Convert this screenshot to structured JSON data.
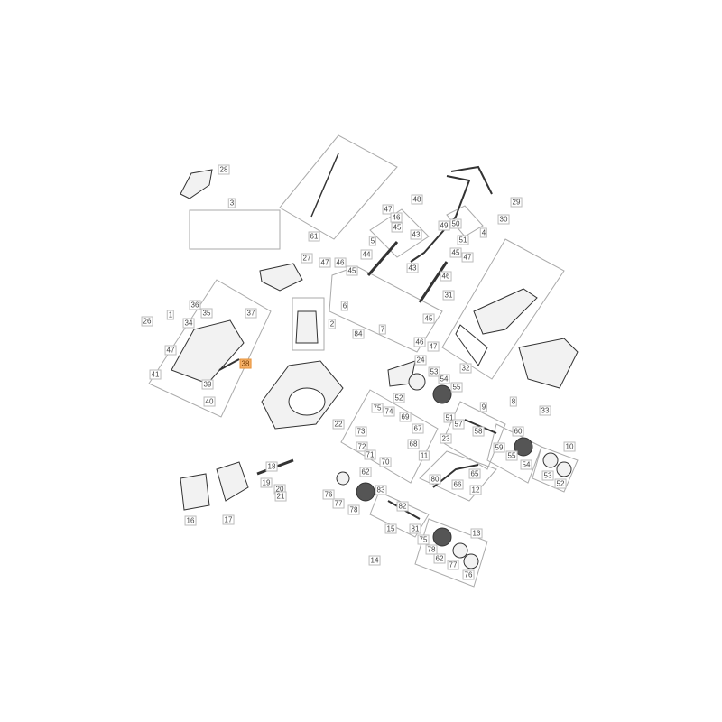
{
  "diagram": {
    "type": "exploded parts diagram",
    "highlight_color": "#f6b26b",
    "highlighted_part": "38",
    "part_labels": [
      "28",
      "3",
      "61",
      "29",
      "30",
      "48",
      "47",
      "46",
      "45",
      "5",
      "43",
      "44",
      "49",
      "50",
      "51",
      "4",
      "43",
      "45",
      "47",
      "46",
      "31",
      "27",
      "47",
      "46",
      "45",
      "6",
      "2",
      "84",
      "7",
      "45",
      "46",
      "47",
      "32",
      "33",
      "36",
      "35",
      "1",
      "34",
      "37",
      "26",
      "47",
      "38",
      "41",
      "39",
      "40",
      "22",
      "24",
      "53",
      "54",
      "55",
      "52",
      "8",
      "9",
      "75",
      "74",
      "69",
      "67",
      "73",
      "68",
      "72",
      "71",
      "70",
      "11",
      "23",
      "51",
      "57",
      "58",
      "60",
      "59",
      "55",
      "54",
      "10",
      "65",
      "80",
      "66",
      "12",
      "53",
      "52",
      "62",
      "76",
      "77",
      "78",
      "83",
      "82",
      "15",
      "81",
      "75",
      "78",
      "62",
      "13",
      "77",
      "76",
      "14",
      "18",
      "19",
      "20",
      "21",
      "16",
      "17"
    ]
  }
}
